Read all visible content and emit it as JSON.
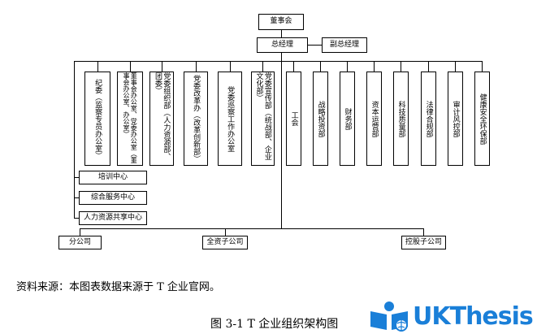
{
  "diagram": {
    "board": "董事会",
    "general_manager": "总经理",
    "deputy_general_manager": "副总经理",
    "departments": [
      "纪委（监察专员办公室）",
      "董事会办公室、党委办公室（董事会办公室、办公室）",
      "党委组织部（人力资源部、团委）",
      "党委改革办（改革创新部）",
      "党委巡察工作办公室",
      "党委宣传部（统战部、企业文化部）",
      "工会",
      "战略投资部",
      "财务部",
      "资本运营部",
      "科技质量部",
      "法律合规部",
      "审计风控部",
      "健康安全环保部"
    ],
    "centers": [
      "培训中心",
      "综合服务中心",
      "人力资源共享中心"
    ],
    "subsidiaries": [
      "分公司",
      "全资子公司",
      "控股子公司"
    ]
  },
  "source_note": "资料来源：本图表数据来源于 T 企业官网。",
  "caption": "图 3-1 T 企业组织架构图",
  "watermark": {
    "text": "UKThesis",
    "color": "#1a7fd8"
  }
}
